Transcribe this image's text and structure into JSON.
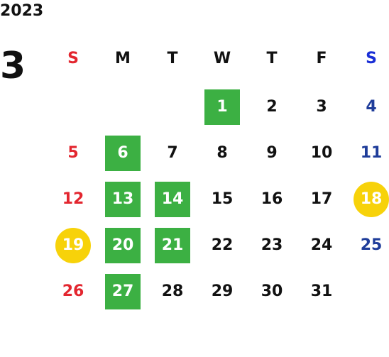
{
  "calendar": {
    "year": "2023",
    "month": "3",
    "weekdays": [
      "S",
      "M",
      "T",
      "W",
      "T",
      "F",
      "S"
    ],
    "colors": {
      "sunday": "#e3262f",
      "saturday_header": "#1a2fd6",
      "saturday": "#1f3d9a",
      "green_highlight": "#3cb043",
      "holiday_highlight": "#f7d20a"
    },
    "weeks": [
      [
        {
          "n": ""
        },
        {
          "n": ""
        },
        {
          "n": ""
        },
        {
          "n": "1",
          "mark": "green"
        },
        {
          "n": "2"
        },
        {
          "n": "3"
        },
        {
          "n": "4"
        }
      ],
      [
        {
          "n": "5"
        },
        {
          "n": "6",
          "mark": "green"
        },
        {
          "n": "7"
        },
        {
          "n": "8"
        },
        {
          "n": "9"
        },
        {
          "n": "10"
        },
        {
          "n": "11"
        }
      ],
      [
        {
          "n": "12"
        },
        {
          "n": "13",
          "mark": "green"
        },
        {
          "n": "14",
          "mark": "green"
        },
        {
          "n": "15"
        },
        {
          "n": "16"
        },
        {
          "n": "17"
        },
        {
          "n": "18",
          "mark": "holiday"
        }
      ],
      [
        {
          "n": "19",
          "mark": "holiday"
        },
        {
          "n": "20",
          "mark": "green"
        },
        {
          "n": "21",
          "mark": "green"
        },
        {
          "n": "22"
        },
        {
          "n": "23"
        },
        {
          "n": "24"
        },
        {
          "n": "25"
        }
      ],
      [
        {
          "n": "26"
        },
        {
          "n": "27",
          "mark": "green"
        },
        {
          "n": "28"
        },
        {
          "n": "29"
        },
        {
          "n": "30"
        },
        {
          "n": "31"
        },
        {
          "n": ""
        }
      ]
    ]
  }
}
